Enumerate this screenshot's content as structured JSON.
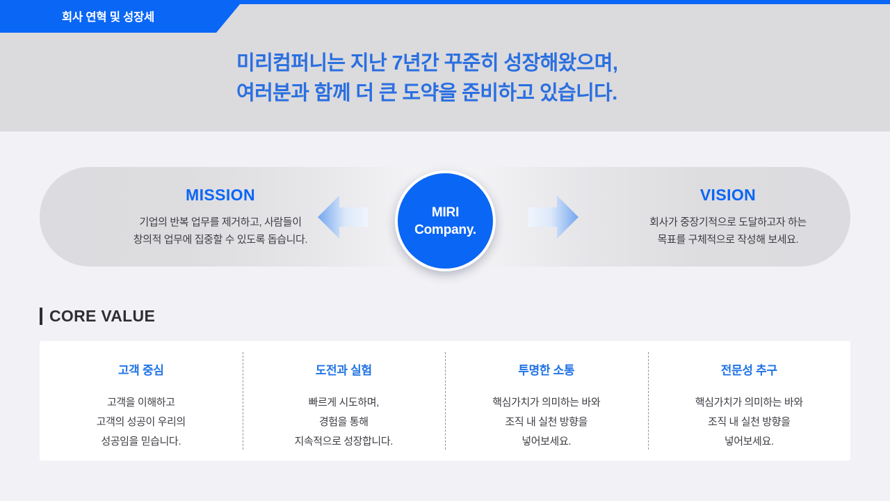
{
  "header": {
    "tab_label": "회사 연혁 및 성장세",
    "accent_color": "#0a66f5",
    "band_color": "#dbdadd",
    "headline_lines": [
      "미리컴퍼니는 지난 7년간 꾸준히 성장해왔으며,",
      "여러분과 함께 더 큰 도약을 준비하고 있습니다."
    ],
    "headline_color": "#2a6fe0"
  },
  "mission_vision": {
    "mission": {
      "title": "MISSION",
      "desc_lines": [
        "기업의 반복 업무를 제거하고, 사람들이",
        "창의적 업무에 집중할 수 있도록 돕습니다."
      ]
    },
    "vision": {
      "title": "VISION",
      "desc_lines": [
        "회사가 중장기적으로 도달하고자 하는",
        "목표를 구체적으로 작성해 보세요."
      ]
    },
    "center": {
      "lines": [
        "MIRI",
        "Company."
      ],
      "fill_color": "#0a66f5",
      "text_color": "#ffffff"
    },
    "arrows": {
      "left_icon": "arrow-left-icon",
      "right_icon": "arrow-right-icon",
      "tip_color": "#74a6ee",
      "tail_color": "#eef3fb"
    }
  },
  "core_value": {
    "heading": "CORE VALUE",
    "items": [
      {
        "title": "고객 중심",
        "desc_lines": [
          "고객을 이해하고",
          "고객의 성공이 우리의",
          "성공임을 믿습니다."
        ]
      },
      {
        "title": "도전과 실험",
        "desc_lines": [
          "빠르게 시도하며,",
          "경험을 통해",
          "지속적으로 성장합니다."
        ]
      },
      {
        "title": "투명한 소통",
        "desc_lines": [
          "핵심가치가 의미하는 바와",
          "조직 내 실천 방향을",
          "넣어보세요."
        ]
      },
      {
        "title": "전문성 추구",
        "desc_lines": [
          "핵심가치가 의미하는 바와",
          "조직 내 실천 방향을",
          "넣어보세요."
        ]
      }
    ]
  }
}
